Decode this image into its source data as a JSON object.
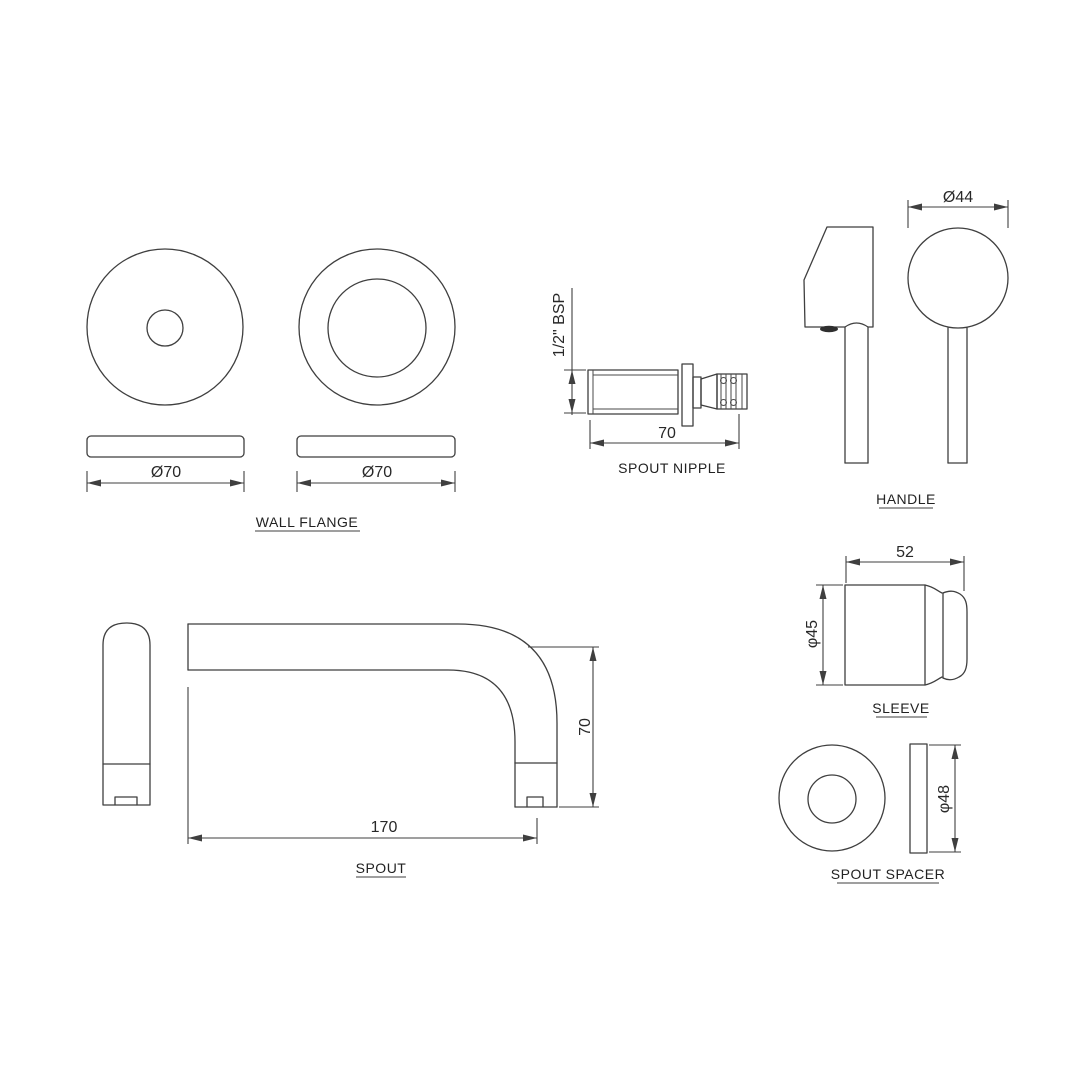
{
  "drawing": {
    "background": "#ffffff",
    "line_color": "#3f3f3f",
    "text_color": "#282828",
    "parts": {
      "wall_flange": {
        "label": "WALL FLANGE",
        "dim_front": "Ø70",
        "dim_side": "Ø70"
      },
      "spout_nipple": {
        "label": "SPOUT NIPPLE",
        "dim_thread": "1/2\" BSP",
        "dim_length": "70"
      },
      "handle": {
        "label": "HANDLE",
        "dim_knob": "Ø44"
      },
      "sleeve": {
        "label": "SLEEVE",
        "dim_length": "52",
        "dim_diameter": "φ45"
      },
      "spout": {
        "label": "SPOUT",
        "dim_reach": "170",
        "dim_height": "70"
      },
      "spout_spacer": {
        "label": "SPOUT SPACER",
        "dim_diameter": "φ48"
      }
    }
  }
}
